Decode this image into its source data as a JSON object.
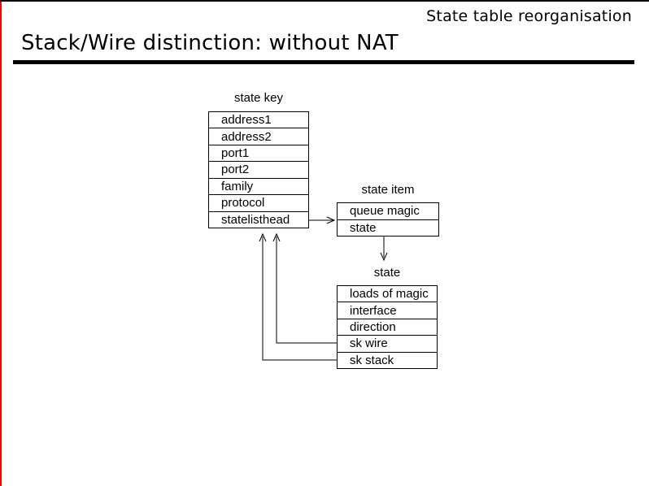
{
  "slide": {
    "corner_label": "State table reorganisation",
    "title": "Stack/Wire distinction: without NAT"
  },
  "diagram": {
    "state_key": {
      "label": "state key",
      "rows": [
        "address1",
        "address2",
        "port1",
        "port2",
        "family",
        "protocol",
        "statelisthead"
      ]
    },
    "state_item": {
      "label": "state item",
      "rows": [
        "queue magic",
        "state"
      ]
    },
    "state": {
      "label": "state",
      "rows": [
        "loads of magic",
        "interface",
        "direction",
        "sk wire",
        "sk stack"
      ]
    }
  },
  "colors": {
    "left_border": "#ff0000",
    "ink": "#000000"
  }
}
